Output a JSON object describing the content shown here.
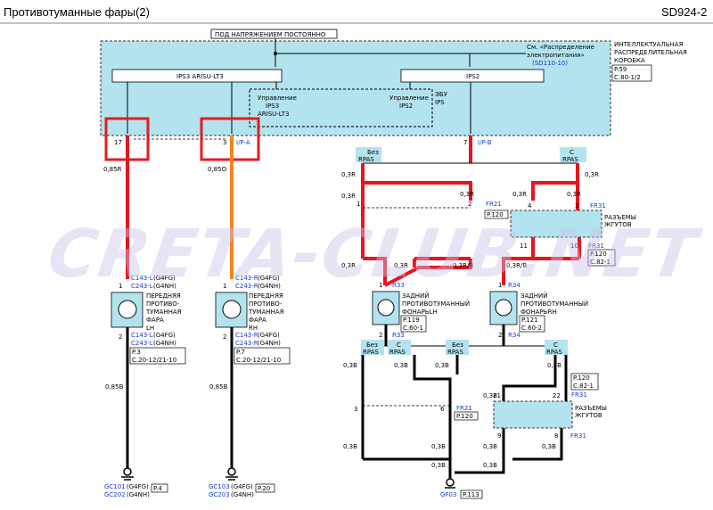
{
  "header": {
    "title": "Противотуманные фары(2)",
    "code": "SD924-2"
  },
  "top_note": "ПОД НАПРЯЖЕНИЕМ ПОСТОЯННО",
  "ref_note": {
    "line1": "См. «Распределение",
    "line2": "электропитания»",
    "link": "(SD110-10)"
  },
  "box": {
    "line1": "ИНТЕЛЛЕКТУАЛЬНАЯ",
    "line2": "РАСПРЕДЕЛИТЕЛЬНАЯ",
    "line3": "КОРОБКА",
    "page": "P.59",
    "ref": "C.80-1/2"
  },
  "ips3": "IPS3 ARISU-LT3",
  "ips2": "IPS2",
  "ctrl_left": {
    "line1": "Управление",
    "line2": "IPS3",
    "line3": "ARISU-LT3"
  },
  "ctrl_right": {
    "line1": "Управление",
    "line2": "IPS2"
  },
  "ecu": {
    "line1": "ЭБУ",
    "line2": "IPS"
  },
  "pins": {
    "p17": "17",
    "p3": "3",
    "p7": "7",
    "ipa": "I/P-A",
    "ipb": "I/P-B"
  },
  "wires": {
    "w085r": "0,85R",
    "w085o": "0,85O",
    "w03r": "0,3R",
    "w03rb": "0,3R/B",
    "w085b": "0,85B",
    "w03b": "0,3B"
  },
  "rpas": {
    "without": "Без",
    "with": "С",
    "code": "RPAS"
  },
  "fr21": "FR21",
  "fr31": "FR31",
  "p120": "P.120",
  "c82": "C.82-1",
  "harness": {
    "line1": "РАЗЪЕМЫ",
    "line2": "ЖГУТОВ"
  },
  "front_lh": {
    "conn1": "C143-L",
    "conn1b": "C243-L",
    "eng1": "(G4FG)",
    "eng2": "(G4NH)",
    "line1": "ПЕРЕДНЯЯ",
    "line2": "ПРОТИВО-",
    "line3": "ТУМАННАЯ",
    "line4": "ФАРА",
    "line5": "LH",
    "page": "P.3",
    "ref": "C.20-12/21-10"
  },
  "front_rh": {
    "conn1": "C143-R",
    "conn1b": "C243-R",
    "eng1": "(G4FG)",
    "eng2": "(G4NH)",
    "line1": "ПЕРЕДНЯЯ",
    "line2": "ПРОТИВО-",
    "line3": "ТУМАННАЯ",
    "line4": "ФАРА",
    "line5": "RH",
    "page": "P.7",
    "ref": "C.20-12/21-10"
  },
  "rear_lh": {
    "conn": "R33",
    "line1": "ЗАДНИЙ",
    "line2": "ПРОТИВОТУМАННЫЙ",
    "line3": "ФОНАРЬLH",
    "page": "P.119",
    "ref": "C.60-1"
  },
  "rear_rh": {
    "conn": "R34",
    "line1": "ЗАДНИЙ",
    "line2": "ПРОТИВОТУМАННЫЙ",
    "line3": "ФОНАРЬRH",
    "page": "P.121",
    "ref": "C.60-2"
  },
  "grounds": {
    "g1a": "GC10",
    "g1b": "GC20",
    "g2a": "GC10",
    "g2b": "GC20",
    "eng1": "(G4FG)",
    "eng2": "(G4NH)",
    "p4": "P.4",
    "p20": "P.20",
    "gf03": "GF03",
    "p113": "P.113"
  },
  "watermark": "CRETA-CLUB.NET",
  "colors": {
    "red": "#e8141e",
    "orange": "#f5841f",
    "box": "#b0e2ed",
    "highlight": "#e41c23"
  }
}
